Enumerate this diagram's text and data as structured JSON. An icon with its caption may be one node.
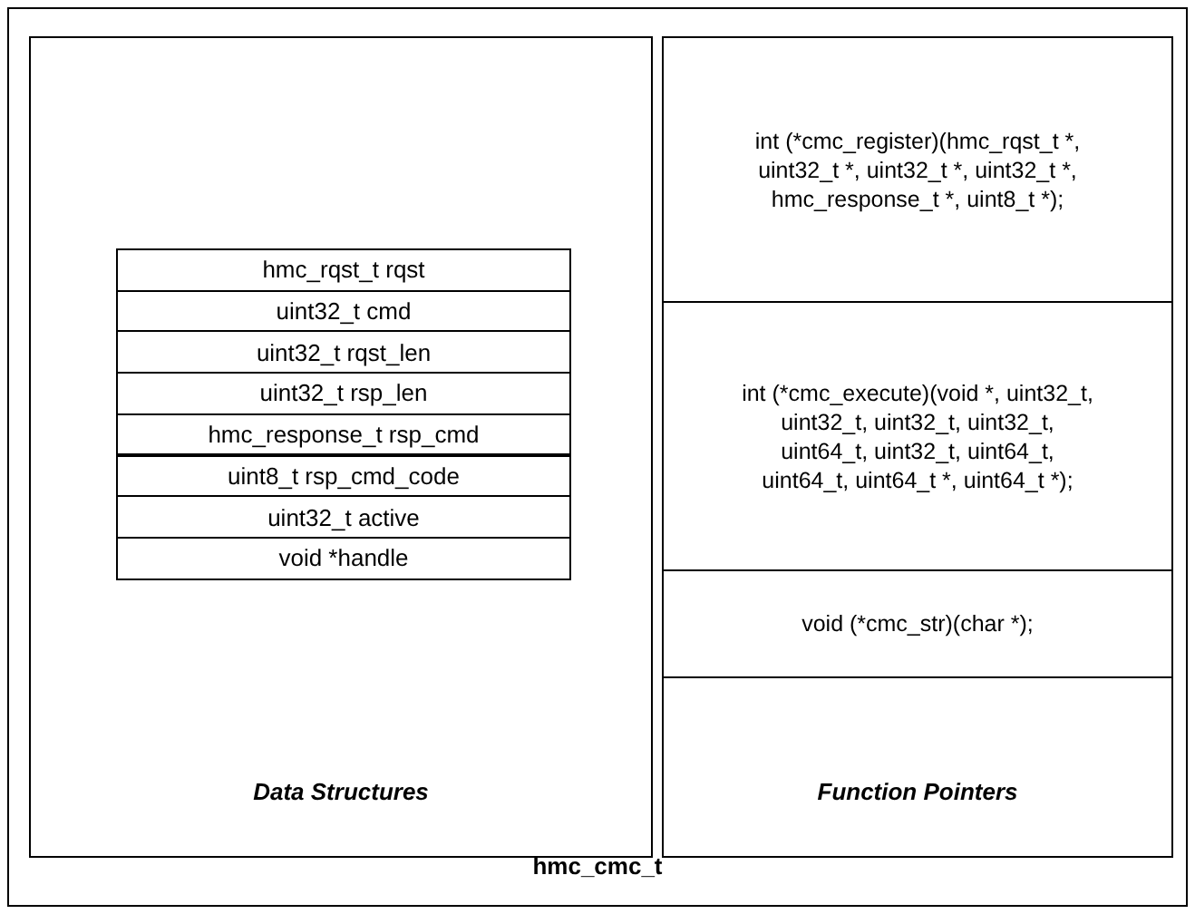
{
  "diagram": {
    "nodes": [
      {
        "text": [
          "hmc_cmc_t"
        ]
      },
      {
        "text": [
          "Data Structures"
        ],
        "in": 0
      },
      {
        "text": [
          "hmc_rqst_t rqst"
        ],
        "in": 1
      },
      {
        "text": [
          "uint32_t cmd"
        ],
        "in": 1
      },
      {
        "text": [
          "uint32_t rqst_len"
        ],
        "in": 1
      },
      {
        "text": [
          "uint32_t rsp_len"
        ],
        "in": 1
      },
      {
        "text": [
          "hmc_response_t rsp_cmd"
        ],
        "in": 1
      },
      {
        "text": [
          "uint8_t rsp_cmd_code"
        ],
        "in": 1
      },
      {
        "text": [
          "uint32_t active"
        ],
        "in": 1
      },
      {
        "text": [
          "void *handle"
        ],
        "in": 1
      },
      {
        "text": [
          "Function Pointers"
        ],
        "in": 0
      },
      {
        "text": [
          "int (*cmc_register)(hmc_rqst_t *, uint32_t *, uint32_t *, uint32_t *, hmc_response_t *, uint8_t *);"
        ],
        "in": 10
      },
      {
        "text": [
          "int (*cmc_execute)(void *, uint32_t, uint32_t, uint32_t, uint32_t, uint64_t, uint32_t, uint64_t, uint64_t, uint64_t *, uint64_t *);"
        ],
        "in": 10
      },
      {
        "text": [
          "void (*cmc_str)(char *);"
        ],
        "in": 10
      }
    ]
  }
}
